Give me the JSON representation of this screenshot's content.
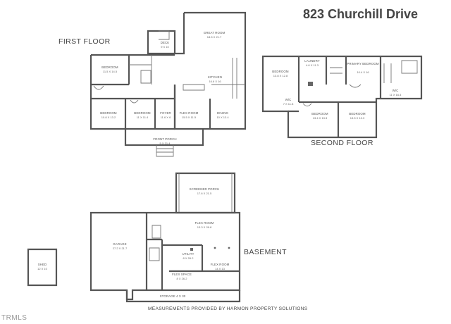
{
  "title": "823 Churchill Drive",
  "floors": {
    "first": "FIRST FLOOR",
    "second": "SECOND FLOOR",
    "basement": "BASEMENT"
  },
  "credit": "MEASUREMENTS PROVIDED BY HARMON PROPERTY SOLUTIONS",
  "logo": "TRMLS",
  "rooms": {
    "deck": {
      "name": "DECK",
      "dim": "9 X 10"
    },
    "great_room": {
      "name": "GREAT ROOM",
      "dim": "18.5 X 21.7"
    },
    "bedroom_1": {
      "name": "BEDROOM",
      "dim": "11.5 X 14.5"
    },
    "kitchen": {
      "name": "KITCHEN",
      "dim": "16.6 X 16"
    },
    "bedroom_2": {
      "name": "BEDROOM",
      "dim": "10.8 X 13.2"
    },
    "bedroom_3": {
      "name": "BEDROOM",
      "dim": "11 X 11.4"
    },
    "foyer": {
      "name": "FOYER",
      "dim": "11.6 X 6"
    },
    "flex_room_1": {
      "name": "FLEX ROOM",
      "dim": "15.5 X 11.5"
    },
    "dining": {
      "name": "DINING",
      "dim": "10 X 13.4"
    },
    "front_porch": {
      "name": "FRONT PORCH",
      "dim": "5 X 31.4"
    },
    "bedroom_4": {
      "name": "BEDROOM",
      "dim": "13.8 X 12.8"
    },
    "laundry": {
      "name": "LAUNDRY",
      "dim": "4.6 X 11.3"
    },
    "primary_bedroom": {
      "name": "PRIMARY BEDROOM",
      "dim": "10.4 X 16"
    },
    "wic_1": {
      "name": "W/C",
      "dim": "7 X 11.8"
    },
    "wic_2": {
      "name": "W/C",
      "dim": "11 X 16.4"
    },
    "bedroom_5": {
      "name": "BEDROOM",
      "dim": "13.4 X 13.3"
    },
    "bedroom_6": {
      "name": "BEDROOM",
      "dim": "13.5 X 13.3"
    },
    "screened_porch": {
      "name": "SCREENED PORCH",
      "dim": "17.6 X 21.5"
    },
    "flex_room_2": {
      "name": "FLEX ROOM",
      "dim": "13.3 X 26.8"
    },
    "garage": {
      "name": "GARAGE",
      "dim": "27.2 X 21.7"
    },
    "utility": {
      "name": "UTILITY",
      "dim": "8 X 26.2"
    },
    "flex_room_3": {
      "name": "FLEX ROOM",
      "dim": "14 X 13"
    },
    "flex_space": {
      "name": "FLEX SPACE",
      "dim": "8 X 26.2"
    },
    "storage": {
      "name": "STORAGE 4 X 30",
      "dim": ""
    },
    "shed": {
      "name": "SHED",
      "dim": "12 X 10"
    }
  }
}
